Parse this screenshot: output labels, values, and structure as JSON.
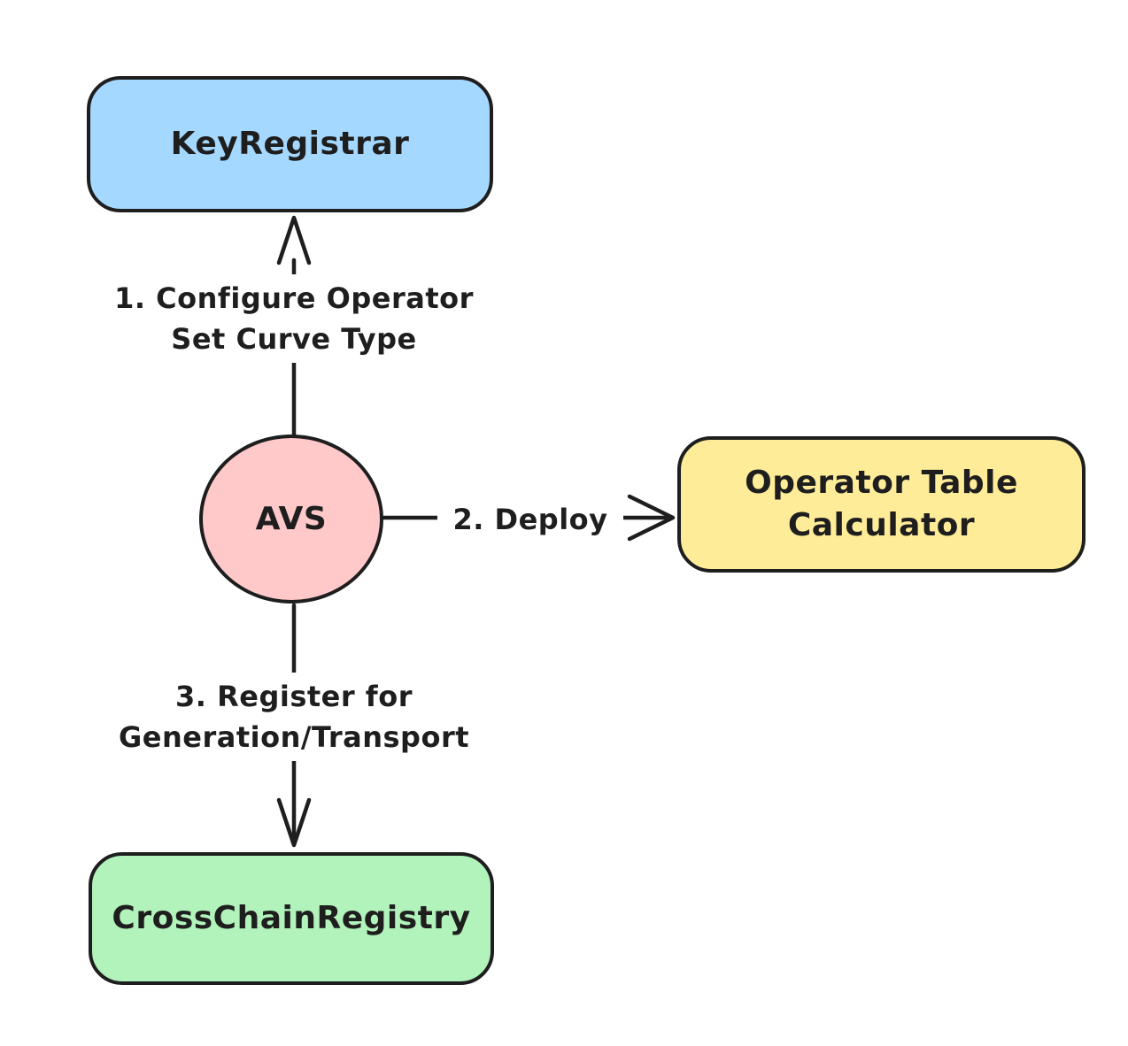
{
  "canvas": {
    "background": "#ffffff",
    "stroke_color": "#1e1e1e"
  },
  "nodes": {
    "key_registrar": {
      "label": "KeyRegistrar",
      "fill": "#a5d8ff",
      "shape": "rounded-rect"
    },
    "avs": {
      "label": "AVS",
      "fill": "#ffc9c9",
      "shape": "ellipse"
    },
    "operator_table_calculator": {
      "label": "Operator Table Calculator",
      "fill": "#ffec99",
      "shape": "rounded-rect"
    },
    "cross_chain_registry": {
      "label": "CrossChainRegistry",
      "fill": "#b2f2bb",
      "shape": "rounded-rect"
    }
  },
  "edges": {
    "configure": {
      "from": "AVS",
      "to": "KeyRegistrar",
      "label": "1. Configure Operator Set Curve Type",
      "direction": "up",
      "arrowhead": "open-v"
    },
    "deploy": {
      "from": "AVS",
      "to": "Operator Table Calculator",
      "label": "2. Deploy",
      "direction": "right",
      "arrowhead": "open-v"
    },
    "register": {
      "from": "AVS",
      "to": "CrossChainRegistry",
      "label": "3. Register for Generation/Transport",
      "direction": "down",
      "arrowhead": "open-v"
    }
  }
}
